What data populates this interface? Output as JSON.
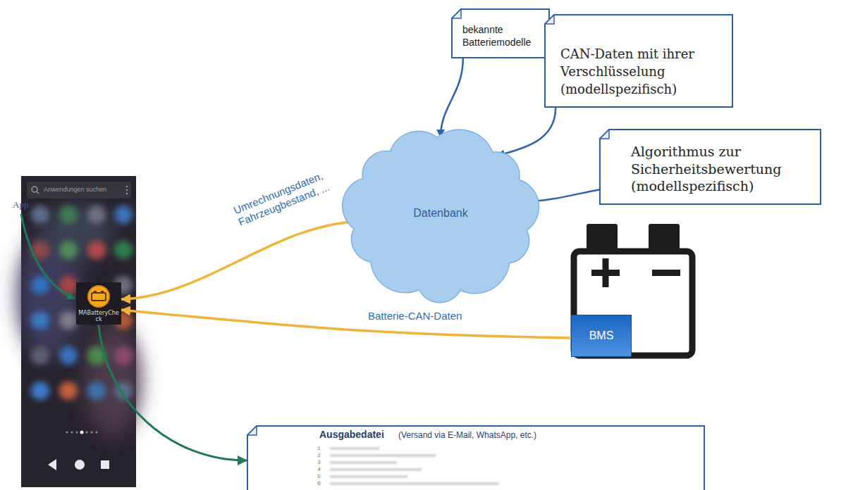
{
  "diagram": {
    "nodes": [
      {
        "text": [
          "bekannte Batteriemodelle"
        ]
      },
      {
        "text": [
          "CAN-Daten mit ihrer Verschlüsselung (modellspezifisch)"
        ]
      },
      {
        "text": [
          "Algorithmus zur Sicherheitsbewertung (modellspezifisch)"
        ]
      },
      {
        "text": [
          "Datenbank"
        ]
      },
      {
        "text": [
          "MABatteryCheck"
        ]
      },
      {
        "text": [
          "BMS"
        ]
      },
      {
        "text": [
          "Ausgabedatei",
          "(Versand via E-Mail, WhatsApp, etc.)"
        ]
      }
    ],
    "edges": [
      {
        "from": 0,
        "to": 3,
        "arrow": "to"
      },
      {
        "from": 1,
        "to": 3,
        "arrow": "to"
      },
      {
        "from": 2,
        "to": 3,
        "arrow": "to"
      },
      {
        "from": 3,
        "to": 4,
        "label": "Umrechnungsdaten, Fahrzeugbestand, ...",
        "arrow": "to"
      },
      {
        "from": 5,
        "to": 4,
        "label": "Batterie-CAN-Daten",
        "arrow": "to"
      },
      {
        "from": 4,
        "to": 6,
        "arrow": "to"
      }
    ],
    "labels": [
      "App",
      "Anwendungen suchen",
      "1",
      "2",
      "3",
      "4",
      "5",
      "6"
    ]
  }
}
